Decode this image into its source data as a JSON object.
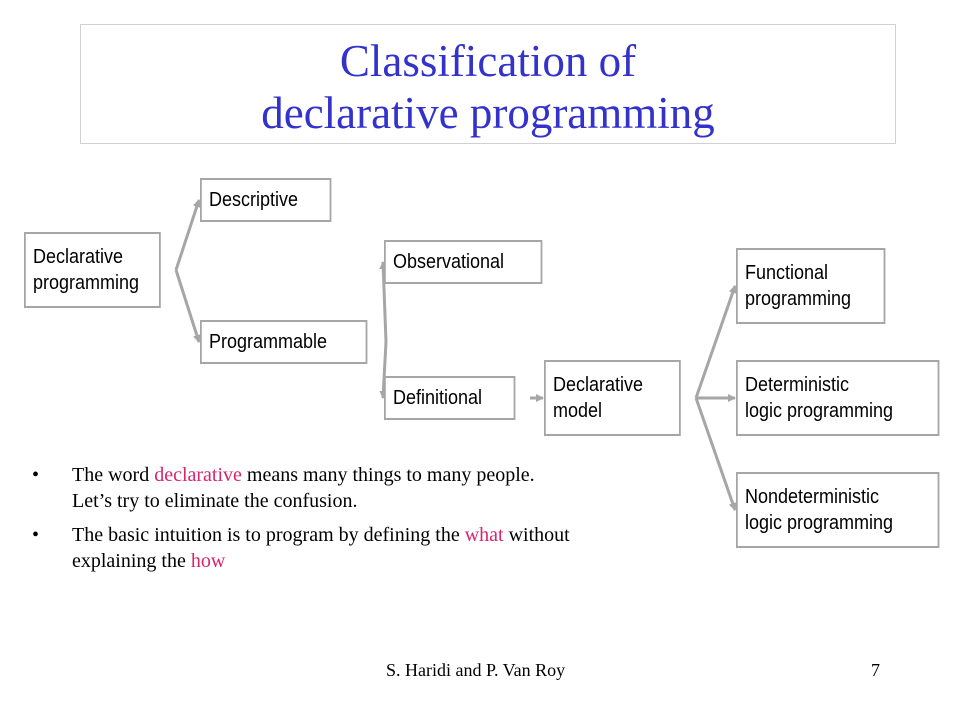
{
  "title": {
    "line1": "Classification of",
    "line2": "declarative programming"
  },
  "diagram": {
    "nodes": {
      "declarative_programming": [
        "Declarative",
        "programming"
      ],
      "descriptive": [
        "Descriptive"
      ],
      "programmable": [
        "Programmable"
      ],
      "observational": [
        "Observational"
      ],
      "definitional": [
        "Definitional"
      ],
      "declarative_model": [
        "Declarative",
        "model"
      ],
      "functional_programming": [
        "Functional",
        "programming"
      ],
      "deterministic_logic": [
        "Deterministic",
        "logic programming"
      ],
      "nondeterministic_logic": [
        "Nondeterministic",
        "logic programming"
      ]
    },
    "edges": [
      [
        "declarative_programming",
        "descriptive"
      ],
      [
        "declarative_programming",
        "programmable"
      ],
      [
        "programmable",
        "observational"
      ],
      [
        "programmable",
        "definitional"
      ],
      [
        "definitional",
        "declarative_model"
      ],
      [
        "declarative_model",
        "functional_programming"
      ],
      [
        "declarative_model",
        "deterministic_logic"
      ],
      [
        "declarative_model",
        "nondeterministic_logic"
      ]
    ],
    "colors": {
      "box_border": "#a6a6a6",
      "arrow": "#a6a6a6"
    }
  },
  "bullets": [
    {
      "dot": "•",
      "segments": [
        {
          "text": "The word ",
          "highlight": false
        },
        {
          "text": "declarative",
          "highlight": true
        },
        {
          "text": " means many things to many people.  Let’s try to eliminate the confusion.",
          "highlight": false
        }
      ]
    },
    {
      "dot": "•",
      "segments": [
        {
          "text": "The basic intuition is to program by defining the ",
          "highlight": false
        },
        {
          "text": "what",
          "highlight": true
        },
        {
          "text": " without explaining the ",
          "highlight": false
        },
        {
          "text": "how",
          "highlight": true
        }
      ]
    }
  ],
  "footer": {
    "authors": "S. Haridi and P. Van Roy",
    "page_number": "7"
  },
  "colors": {
    "title": "#3333cc",
    "highlight": "#d6246f"
  }
}
